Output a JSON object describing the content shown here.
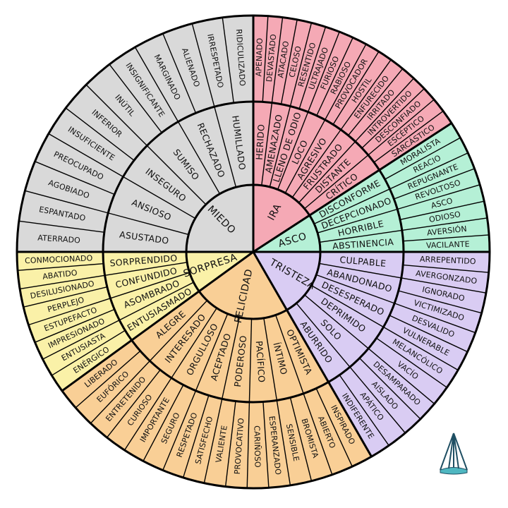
{
  "colors": {
    "ira": "#f5a9b5",
    "asco": "#b5f0d6",
    "tristeza": "#d9ccf3",
    "felicidad": "#f9cf96",
    "sorpresa": "#faf1a8",
    "miedo": "#d9d9d9",
    "logo_fill": "#4fb7c1",
    "logo_stroke": "#1f4f63"
  },
  "sectors": [
    {
      "key": "ira",
      "core": "IRA",
      "mid": [
        "HERIDO",
        "AMENAZADO",
        "LLENO DE ODIO",
        "LOCO",
        "AGRESIVO",
        "FRUSTRADO",
        "DISTANTE",
        "CRÍTICO"
      ],
      "outer": [
        "APENADO",
        "DEVASTADO",
        "ATACADO",
        "CELOSO",
        "RESENTIDO",
        "ULTRAJADO",
        "FURIOSO",
        "RABIOSO",
        "PROVOCADOR",
        "HOSTIL",
        "ENFURECIDO",
        "IRRITADO",
        "INTROVERTIDO",
        "DESCONFIADO",
        "ESCÉPTICO",
        "SARCÁSTICO"
      ]
    },
    {
      "key": "asco",
      "core": "ASCO",
      "mid": [
        "DISCONFORME",
        "DECEPCIONADO",
        "HORRIBLE",
        "ABSTINENCIA"
      ],
      "outer": [
        "MORALISTA",
        "REACIO",
        "REPUGNANTE",
        "REVOLTOSO",
        "ASCO",
        "ODIOSO",
        "AVERSIÓN",
        "VACILANTE"
      ]
    },
    {
      "key": "tristeza",
      "core": "TRISTEZA",
      "mid": [
        "CULPABLE",
        "ABANDONADO",
        "DESESPERADO",
        "DEPRIMIDO",
        "SOLO",
        "ABURRIDO"
      ],
      "outer": [
        "ARREPENTIDO",
        "AVERGONZADO",
        "IGNORADO",
        "VICTIMIZADO",
        "DESVALIDO",
        "VULNERABLE",
        "MELANCÓLICO",
        "VACÍO",
        "DESAMPARADO",
        "AISLADO",
        "APÁTICO",
        "INDIFERENTE"
      ]
    },
    {
      "key": "felicidad",
      "core": "FELICIDAD",
      "mid": [
        "OPTIMISTA",
        "ÍNTIMO",
        "PACÍFICO",
        "PODEROSO",
        "ACEPTADO",
        "ORGULLOSO",
        "INTERESADO",
        "ALEGRE"
      ],
      "outer": [
        "INSPIRADO",
        "ABIERTO",
        "BROMISTA",
        "SENSIBLE",
        "ESPERANZADO",
        "CARIÑOSO",
        "PROVOCATIVO",
        "VALIENTE",
        "SATISFECHO",
        "RESPETADO",
        "SEGURO",
        "IMPORTANTE",
        "CURIOSO",
        "ENTRETENIDO",
        "EUFÓRICO",
        "LIBERADO"
      ]
    },
    {
      "key": "sorpresa",
      "core": "SORPRESA",
      "mid": [
        "ENTUSIASMADO",
        "ASOMBRADO",
        "CONFUNDIDO",
        "SORPRENDIDO"
      ],
      "outer": [
        "ENÉRGICO",
        "ENTUSIASTA",
        "IMPRESIONADO",
        "ESTUPEFACTO",
        "PERPLEJO",
        "DESILUSIONADO",
        "ABATIDO",
        "CONMOCIONADO"
      ]
    },
    {
      "key": "miedo",
      "core": "MIEDO",
      "mid": [
        "ASUSTADO",
        "ANSIOSO",
        "INSEGURO",
        "SUMISO",
        "RECHAZADO",
        "HUMILLADO"
      ],
      "outer": [
        "ATERRADO",
        "ESPANTADO",
        "AGOBIADO",
        "PREOCUPADO",
        "INSUFICIENTE",
        "INFERIOR",
        "INÚTIL",
        "INSIGNIFICANTE",
        "MARGINADO",
        "ALIENADO",
        "IRRESPETADO",
        "RIDICULIZADO"
      ]
    }
  ]
}
